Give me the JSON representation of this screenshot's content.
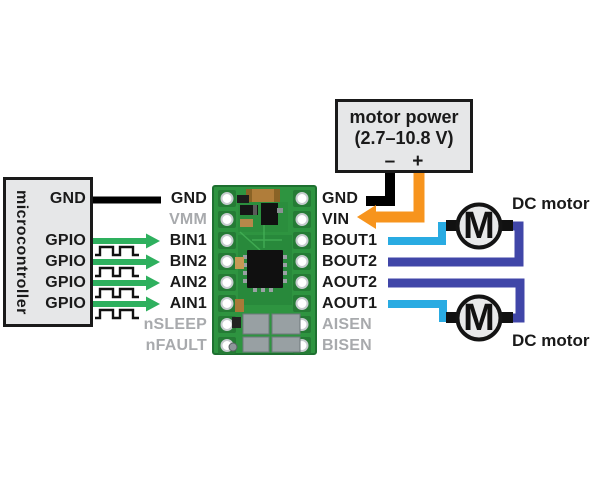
{
  "microcontroller": {
    "label": "microcontroller",
    "pins": [
      {
        "label": "GND"
      },
      {
        "label": "GPIO"
      },
      {
        "label": "GPIO"
      },
      {
        "label": "GPIO"
      },
      {
        "label": "GPIO"
      }
    ]
  },
  "driver_board": {
    "left_pins": [
      {
        "label": "GND",
        "color": "#1a1a1a"
      },
      {
        "label": "VMM",
        "color": "#a8aaad"
      },
      {
        "label": "BIN1",
        "color": "#1a1a1a"
      },
      {
        "label": "BIN2",
        "color": "#1a1a1a"
      },
      {
        "label": "AIN2",
        "color": "#1a1a1a"
      },
      {
        "label": "AIN1",
        "color": "#1a1a1a"
      },
      {
        "label": "nSLEEP",
        "color": "#a8aaad"
      },
      {
        "label": "nFAULT",
        "color": "#a8aaad"
      }
    ],
    "right_pins": [
      {
        "label": "GND",
        "color": "#1a1a1a"
      },
      {
        "label": "VIN",
        "color": "#1a1a1a"
      },
      {
        "label": "BOUT1",
        "color": "#1a1a1a"
      },
      {
        "label": "BOUT2",
        "color": "#1a1a1a"
      },
      {
        "label": "AOUT2",
        "color": "#1a1a1a"
      },
      {
        "label": "AOUT1",
        "color": "#1a1a1a"
      },
      {
        "label": "AISEN",
        "color": "#a8aaad"
      },
      {
        "label": "BISEN",
        "color": "#a8aaad"
      }
    ]
  },
  "motor_power": {
    "title": "motor power",
    "range": "(2.7–10.8 V)",
    "minus_label": "–",
    "plus_label": "+"
  },
  "motors": [
    {
      "symbol": "M",
      "label": "DC motor"
    },
    {
      "symbol": "M",
      "label": "DC motor"
    }
  ],
  "wire_colors": {
    "ground": "#000000",
    "power_positive": "#f7941d",
    "signal_green": "#2eb05e",
    "output_cyan": "#29abe2",
    "output_indigo": "#4046a8"
  },
  "board_color": "#2e9440"
}
